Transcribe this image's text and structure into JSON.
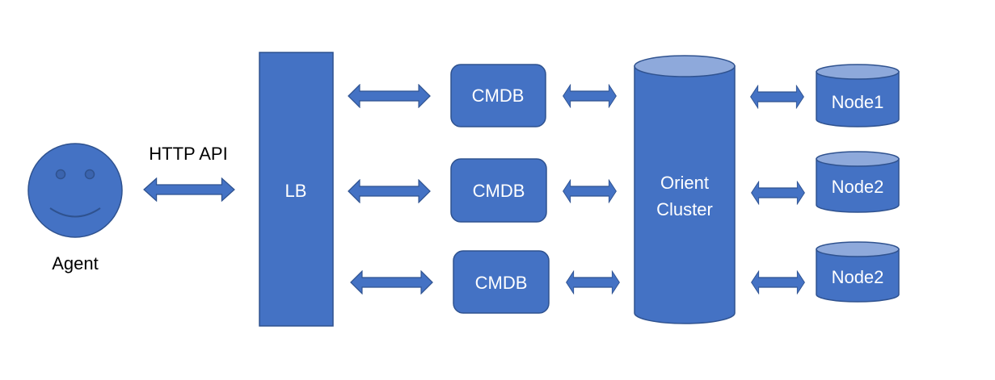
{
  "diagram": {
    "agent_label": "Agent",
    "http_label": "HTTP API",
    "lb_label": "LB",
    "cmdb_labels": [
      "CMDB",
      "CMDB",
      "CMDB"
    ],
    "cluster_label_line1": "Orient",
    "cluster_label_line2": "Cluster",
    "node_labels": [
      "Node1",
      "Node2",
      "Node2"
    ]
  },
  "colors": {
    "shape_fill": "#4472C4",
    "shape_stroke": "#2F528F",
    "cylinder_top": "#8EA9DB"
  }
}
